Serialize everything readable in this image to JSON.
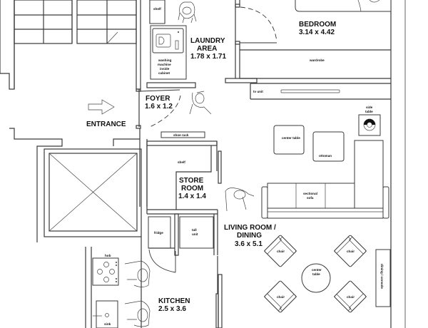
{
  "plan": {
    "title": "Apartment floor plan",
    "entrance": {
      "label": "ENTRANCE",
      "arrow_icon": "entrance-arrow-icon"
    },
    "rooms": {
      "laundry": {
        "name_line1": "LAUNDRY",
        "name_line2": "AREA",
        "size": "1.78 x 1.71"
      },
      "bedroom": {
        "name": "BEDROOM",
        "size": "3.14 x 4.42"
      },
      "foyer": {
        "name": "FOYER",
        "size": "1.6 x 1.2"
      },
      "store": {
        "name_line1": "STORE",
        "name_line2": "ROOM",
        "size": "1.4 x 1.4"
      },
      "living": {
        "name_line1": "LIVING ROOM /",
        "name_line2": "DINING",
        "size": "3.6 x 5.1"
      },
      "kitchen": {
        "name": "KITCHEN",
        "size": "2.5 x 3.6"
      }
    },
    "furniture": {
      "shelf_top": "shelf",
      "washer_line1": "washing",
      "washer_line2": "machine",
      "washer_line3": "inside",
      "washer_line4": "cabinet",
      "wardrobe": "wardrobe",
      "tv_unit": "tv unit",
      "shoe_rack": "shoe rack",
      "shelf_store": "shelf",
      "center_table": "center table",
      "ottoman": "ottoman",
      "side_table_line1": "side",
      "side_table_line2": "table",
      "sofa_line1": "sectional",
      "sofa_line2": "sofa",
      "fridge": "fridge",
      "tall_unit_line1": "tall",
      "tall_unit_line2": "unit",
      "chair": "chair",
      "dining_table_line1": "center",
      "dining_table_line2": "table",
      "dining_console": "dining / console",
      "hob": "hob",
      "sink": "sink"
    }
  }
}
